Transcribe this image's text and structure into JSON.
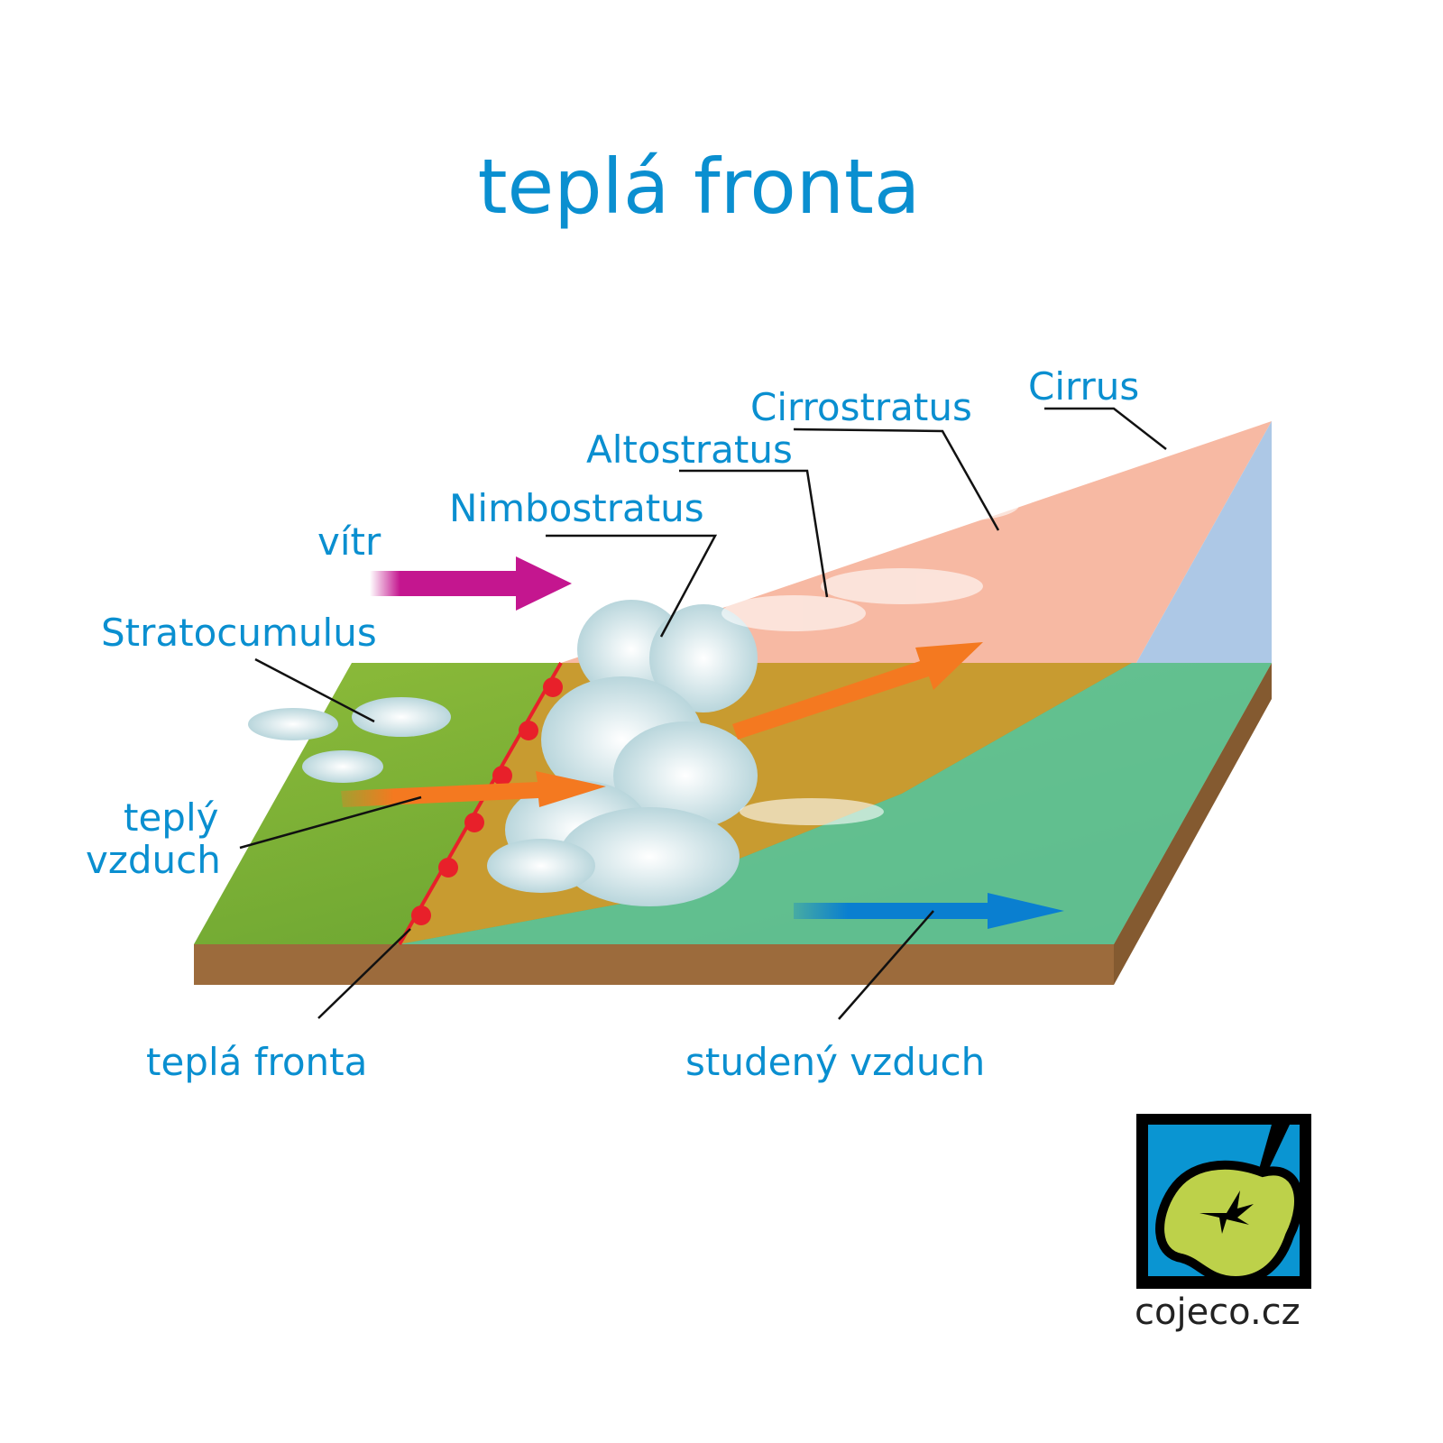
{
  "title": "teplá fronta",
  "labels": {
    "cirrus": "Cirrus",
    "cirrostratus": "Cirrostratus",
    "altostratus": "Altostratus",
    "nimbostratus": "Nimbostratus",
    "vitr": "vítr",
    "stratocumulus": "Stratocumulus",
    "teply_vzduch_1": "teplý",
    "teply_vzduch_2": "vzduch",
    "tepla_fronta": "teplá fronta",
    "studeny_vzduch": "studený vzduch"
  },
  "logo": {
    "text": "cojeco.cz"
  },
  "colors": {
    "accent": "#0a8fd0",
    "wind": "#c4168f",
    "warm_air": "#f47920",
    "cold_air": "#0a7fd0",
    "front": "#e8202a"
  }
}
